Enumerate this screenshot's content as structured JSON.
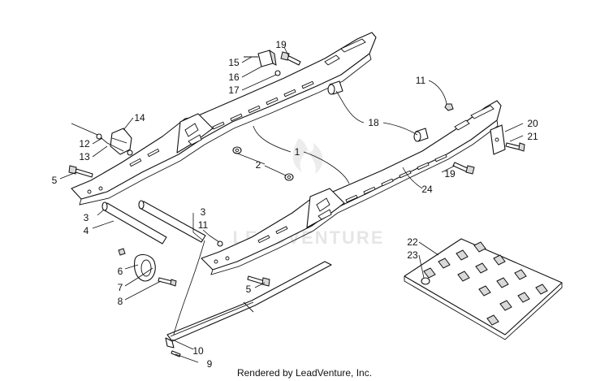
{
  "watermark": {
    "text": "LEADVENTURE"
  },
  "credit": "Rendered by LeadVenture, Inc.",
  "callouts": [
    "1",
    "2",
    "3",
    "3",
    "4",
    "5",
    "5",
    "6",
    "7",
    "8",
    "9",
    "10",
    "11",
    "11",
    "12",
    "13",
    "14",
    "15",
    "16",
    "17",
    "18",
    "19",
    "19",
    "20",
    "21",
    "22",
    "23",
    "24"
  ],
  "colors": {
    "line": "#111111",
    "background": "#ffffff",
    "watermark": "#e6e6e6"
  }
}
